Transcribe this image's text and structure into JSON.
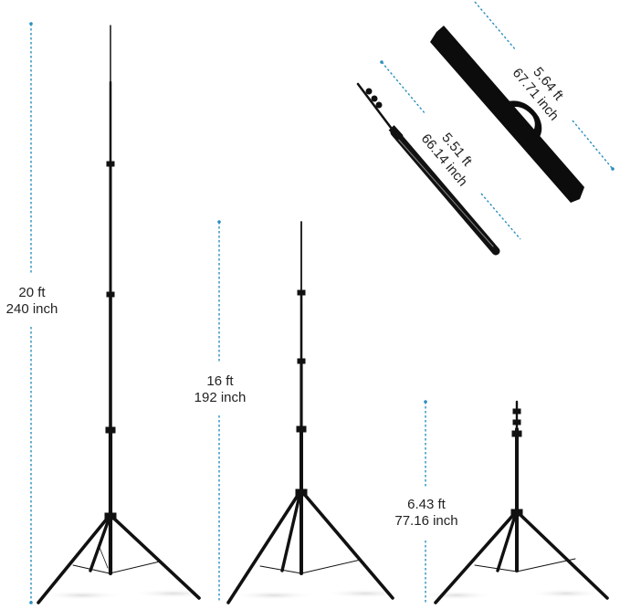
{
  "figure": {
    "description": "Light stand dimensions infographic",
    "accent_color": "#2a8fbd",
    "stand_color": "#111111"
  },
  "measurements": {
    "max_height_large": {
      "ft": "20 ft",
      "inch": "240 inch"
    },
    "max_height_medium": {
      "ft": "16 ft",
      "inch": "192 inch"
    },
    "min_height": {
      "ft": "6.43 ft",
      "inch": "77.16 inch"
    },
    "folded_length": {
      "ft": "5.51 ft",
      "inch": "66.14 inch"
    },
    "bag_length": {
      "ft": "5.64 ft",
      "inch": "67.71 inch"
    }
  }
}
